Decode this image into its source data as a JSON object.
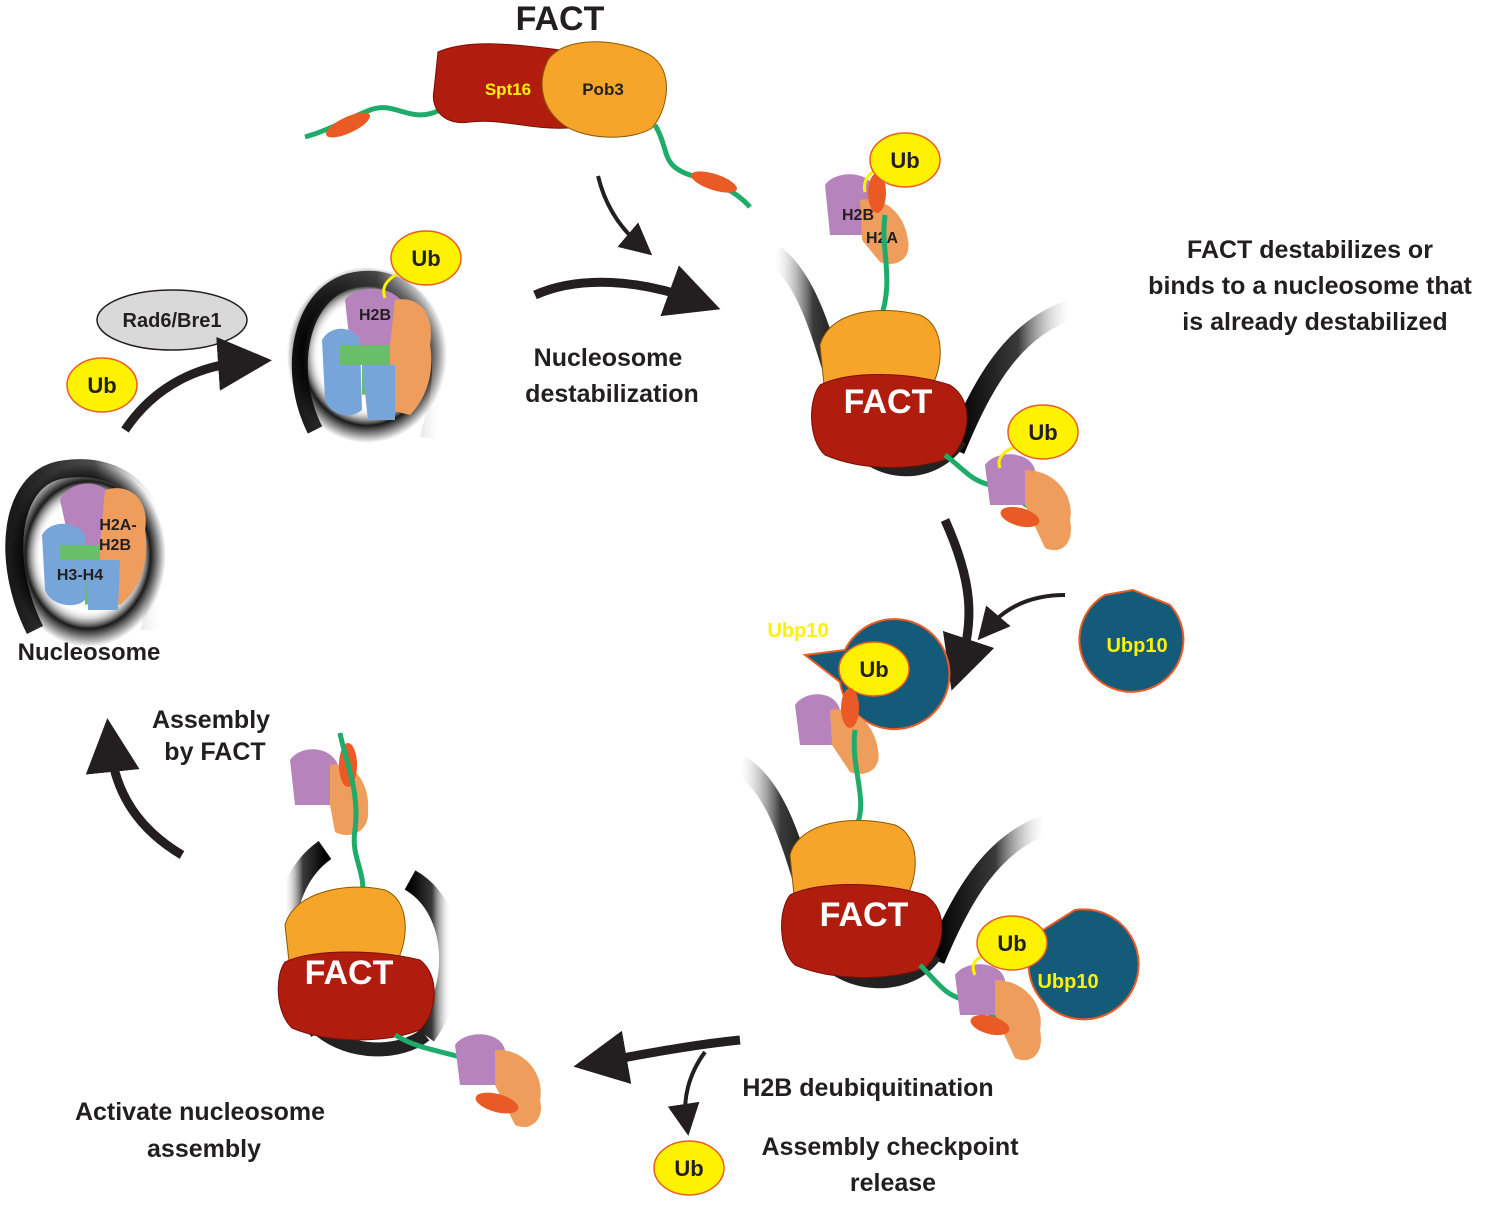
{
  "title": "FACT",
  "subunits": {
    "spt16": "Spt16",
    "pob3": "Pob3"
  },
  "fact_label": "FACT",
  "ub": "Ub",
  "ubp10": "Ubp10",
  "rad6_bre1": "Rad6/Bre1",
  "nucleosome": {
    "label": "Nucleosome",
    "h2a_h2b_line1": "H2A-",
    "h2a_h2b_line2": "H2B",
    "h3_h4": "H3-H4",
    "h2b": "H2B",
    "h2a": "H2A"
  },
  "steps": {
    "destabilization_line1": "Nucleosome",
    "destabilization_line2": "destabilization",
    "fact_binds_line1": "FACT destabilizes or",
    "fact_binds_line2": "binds to a nucleosome that",
    "fact_binds_line3": "is already destabilized",
    "deubiquitination": "H2B deubiquitination",
    "checkpoint_line1": "Assembly checkpoint",
    "checkpoint_line2": "release",
    "activate_line1": "Activate nucleosome",
    "activate_line2": "assembly",
    "assembly_line1": "Assembly",
    "assembly_line2": "by FACT"
  },
  "colors": {
    "spt16": "#b01c0e",
    "pob3": "#f6a42a",
    "linker": "#1fab6a",
    "domain": "#ea5a24",
    "ub": "#fff200",
    "ubp10": "#135b79",
    "h2a": "#ee9d5c",
    "h2b": "#b783bd",
    "h3": "#78a5d9",
    "h4": "#69bd6b",
    "dna": "#222222",
    "rad6": "#d9d9d9"
  }
}
